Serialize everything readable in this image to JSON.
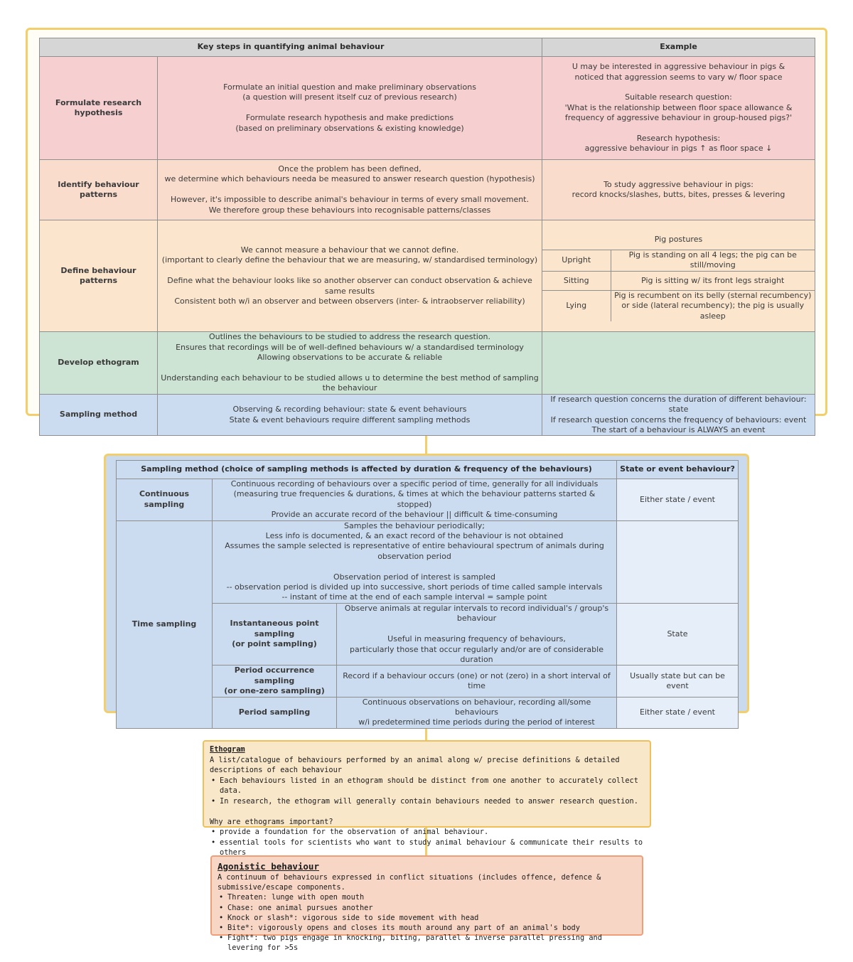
{
  "table1": {
    "headers": {
      "steps": "Key steps in quantifying animal behaviour",
      "example": "Example"
    },
    "rows": {
      "hypothesis": {
        "label": "Formulate research hypothesis",
        "description": "Formulate an initial question and make preliminary observations\n(a question will present itself cuz of previous research)\n\nFormulate research hypothesis and make predictions\n(based on preliminary observations & existing knowledge)",
        "example": "U may be interested in aggressive behaviour in pigs &\nnoticed that aggression seems to vary w/ floor space\n\nSuitable research question:\n'What is the relationship between floor space allowance &\nfrequency of aggressive behaviour in group-housed pigs?'\n\nResearch hypothesis:\naggressive behaviour in pigs ↑ as floor space ↓"
      },
      "identify": {
        "label": "Identify behaviour patterns",
        "description": "Once the problem has been defined,\nwe determine which behaviours needa be measured to answer research question (hypothesis)\n\nHowever, it's impossible to describe animal's behaviour in terms of every small movement.\nWe therefore group these behaviours into recognisable patterns/classes",
        "example": "To study aggressive behaviour in pigs:\nrecord knocks/slashes, butts, bites, presses & levering"
      },
      "define": {
        "label": "Define behaviour patterns",
        "description": "We cannot measure a behaviour that we cannot define.\n(important to clearly define the behaviour that we are measuring, w/ standardised terminology)\n\nDefine what the behaviour looks like so another observer can conduct observation & achieve same results\nConsistent both w/i an observer and between observers (inter- & intraobserver reliability)",
        "postures_title": "Pig postures",
        "postures": [
          {
            "name": "Upright",
            "desc": "Pig is standing on all 4 legs; the pig can be still/moving"
          },
          {
            "name": "Sitting",
            "desc": "Pig is sitting w/ its front legs straight"
          },
          {
            "name": "Lying",
            "desc": "Pig is recumbent on its belly (sternal recumbency)\nor side (lateral recumbency); the pig is usually asleep"
          }
        ]
      },
      "ethogram": {
        "label": "Develop ethogram",
        "description": "Outlines the behaviours to be studied to address the research question.\nEnsures that recordings will be of well-defined behaviours w/ a standardised terminology\nAllowing observations to be accurate & reliable\n\nUnderstanding each behaviour to be studied allows u to determine the best method of sampling the behaviour",
        "example": ""
      },
      "sampling": {
        "label": "Sampling method",
        "description": "Observing & recording behaviour: state & event behaviours\nState & event behaviours require different sampling methods",
        "example": "If research question concerns the duration of different behaviour: state\nIf research question concerns the frequency of behaviours: event\nThe start of a behaviour is ALWAYS an event"
      }
    }
  },
  "table2": {
    "headers": {
      "method": "Sampling method (choice of sampling methods is affected by duration & frequency of the behaviours)",
      "state_event": "State or event behaviour?"
    },
    "continuous": {
      "label": "Continuous sampling",
      "description": "Continuous recording of behaviours over a specific period of time, generally for all individuals\n(measuring true frequencies & durations, & times at which the behaviour patterns started & stopped)\nProvide an accurate record of the behaviour || difficult & time-consuming",
      "type": "Either state / event"
    },
    "time": {
      "label": "Time sampling",
      "description": "Samples the behaviour periodically;\nLess info is documented, & an exact record of the behaviour is not obtained\nAssumes the sample selected is representative of entire behavioural spectrum of animals during observation period\n\nObservation period of interest is sampled\n-- observation period is divided up into successive, short periods of time called sample intervals\n-- instant of time at the end of each sample interval = sample point",
      "type": "",
      "sub": [
        {
          "label": "Instantaneous point sampling\n(or point sampling)",
          "description": "Observe animals at regular intervals to record individual's / group's behaviour\n\nUseful in measuring frequency of behaviours,\nparticularly those that occur regularly and/or are of considerable duration",
          "type": "State"
        },
        {
          "label": "Period occurrence sampling\n(or one-zero sampling)",
          "description": "Record if a behaviour occurs (one) or not (zero) in a short interval of time",
          "type": "Usually state but can be event"
        },
        {
          "label": "Period sampling",
          "description": "Continuous observations on behaviour, recording all/some behaviours\nw/i predetermined time periods during the period of interest",
          "type": "Either state / event"
        }
      ]
    }
  },
  "ethogram_box": {
    "title": "Ethogram",
    "definition": "A list/catalogue of behaviours performed by an animal along w/ precise definitions & detailed descriptions of each behaviour",
    "bullets": [
      "Each behaviours listed in an ethogram should be distinct from one another to accurately collect data.",
      "In research, the ethogram will generally contain behaviours needed to answer research question."
    ],
    "question": "Why are ethograms important?",
    "reasons": [
      "provide a foundation for the observation of animal behaviour.",
      "essential tools for scientists who want to study animal behaviour & communicate their results to others"
    ]
  },
  "agonistic_box": {
    "title": "Agonistic behaviour",
    "definition": "A continuum of behaviours expressed in conflict situations (includes offence, defence & submissive/escape components.",
    "bullets": [
      "Threaten: lunge with open mouth",
      "Chase: one animal pursues another",
      "Knock or slash*: vigorous side to side movement with head",
      "Bite*: vigorously opens and closes its mouth around any part of an animal's body",
      "Fight*: two pigs engage in knocking, biting, parallel & inverse parallel pressing and levering for >5s"
    ]
  },
  "colors": {
    "frame": "#f2cf6a",
    "hypothesis_row": "#f6d0d0",
    "identify_row": "#f9dccc",
    "define_row": "#fbe6cd",
    "ethogram_row": "#cde3d3",
    "sampling_row": "#cbdcf0",
    "ethogram_box": "#f9e7ca",
    "agonistic_box": "#f7d6c5"
  }
}
